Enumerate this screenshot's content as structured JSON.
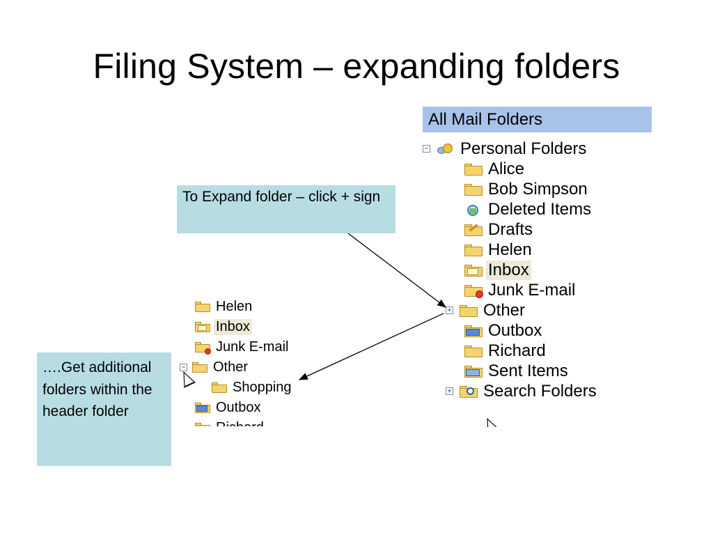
{
  "slide": {
    "title": "Filing System – expanding folders"
  },
  "callouts": {
    "expand_hint": "To Expand folder – click + sign",
    "subfolders_hint": "….Get additional folders within the header folder"
  },
  "mail_panel": {
    "header": "All Mail Folders",
    "root": {
      "label": "Personal Folders",
      "expander": "−",
      "icon": "personal-folders-icon"
    },
    "folders": [
      {
        "label": "Alice",
        "icon": "folder-icon"
      },
      {
        "label": "Bob Simpson",
        "icon": "folder-icon"
      },
      {
        "label": "Deleted Items",
        "icon": "deleted-items-icon"
      },
      {
        "label": "Drafts",
        "icon": "drafts-icon"
      },
      {
        "label": "Helen",
        "icon": "folder-icon"
      },
      {
        "label": "Inbox",
        "icon": "inbox-icon"
      },
      {
        "label": "Junk E-mail",
        "icon": "junk-email-icon"
      },
      {
        "label": "Other",
        "icon": "folder-icon",
        "expander": "+"
      },
      {
        "label": "Outbox",
        "icon": "outbox-icon"
      },
      {
        "label": "Richard",
        "icon": "folder-icon"
      },
      {
        "label": "Sent Items",
        "icon": "sent-items-icon"
      },
      {
        "label": "Search Folders",
        "icon": "search-folders-icon",
        "expander": "+"
      }
    ]
  },
  "mini_panel": {
    "folders": [
      {
        "label": "Helen",
        "icon": "folder-icon"
      },
      {
        "label": "Inbox",
        "icon": "inbox-icon"
      },
      {
        "label": "Junk E-mail",
        "icon": "junk-email-icon"
      },
      {
        "label": "Other",
        "icon": "folder-icon",
        "expander": "−"
      },
      {
        "label": "Shopping",
        "icon": "folder-icon"
      },
      {
        "label": "Outbox",
        "icon": "outbox-icon"
      },
      {
        "label": "Richard",
        "icon": "folder-icon"
      }
    ]
  },
  "colors": {
    "callout_bg": "#b7dde3",
    "panel_header_bg": "#a8c2ea",
    "folder_yellow": "#f4d46e",
    "selected_bg": "#ece9d8"
  }
}
